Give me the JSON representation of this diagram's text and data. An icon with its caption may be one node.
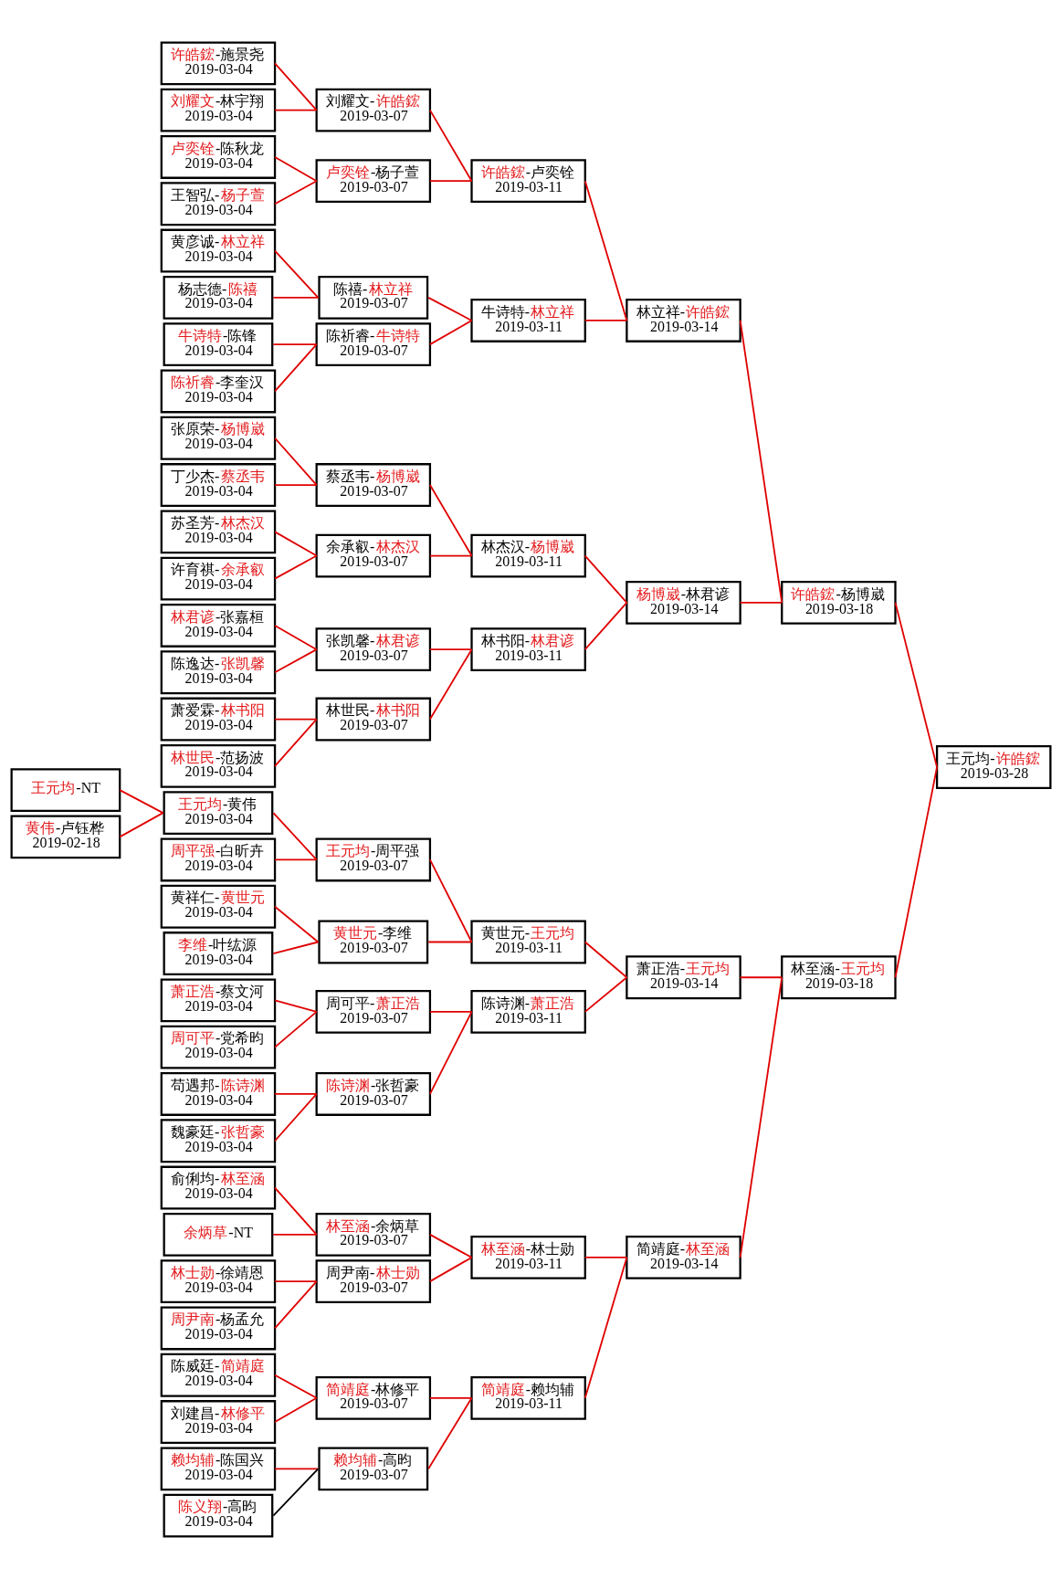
{
  "diagram": {
    "nodes": [
      {
        "text": [
          "王元均-NT"
        ]
      },
      {
        "text": [
          "黄伟-卢钰桦",
          "2019-02-18"
        ]
      },
      {
        "text": [
          "许皓鋐-施景尧",
          "2019-03-04"
        ]
      },
      {
        "text": [
          "刘耀文-林宇翔",
          "2019-03-04"
        ]
      },
      {
        "text": [
          "卢奕铨-陈秋龙",
          "2019-03-04"
        ]
      },
      {
        "text": [
          "王智弘-杨子萱",
          "2019-03-04"
        ]
      },
      {
        "text": [
          "黄彦诚-林立祥",
          "2019-03-04"
        ]
      },
      {
        "text": [
          "杨志德-陈禧",
          "2019-03-04"
        ]
      },
      {
        "text": [
          "牛诗特-陈锋",
          "2019-03-04"
        ]
      },
      {
        "text": [
          "陈祈睿-李奎汉",
          "2019-03-04"
        ]
      },
      {
        "text": [
          "张原荣-杨博崴",
          "2019-03-04"
        ]
      },
      {
        "text": [
          "丁少杰-蔡丞韦",
          "2019-03-04"
        ]
      },
      {
        "text": [
          "苏圣芳-林杰汉",
          "2019-03-04"
        ]
      },
      {
        "text": [
          "许育祺-余承叡",
          "2019-03-04"
        ]
      },
      {
        "text": [
          "林君谚-张嘉桓",
          "2019-03-04"
        ]
      },
      {
        "text": [
          "陈逸达-张凯馨",
          "2019-03-04"
        ]
      },
      {
        "text": [
          "萧爱霖-林书阳",
          "2019-03-04"
        ]
      },
      {
        "text": [
          "林世民-范扬波",
          "2019-03-04"
        ]
      },
      {
        "text": [
          "王元均-黄伟",
          "2019-03-04"
        ]
      },
      {
        "text": [
          "周平强-白昕卉",
          "2019-03-04"
        ]
      },
      {
        "text": [
          "黄祥仁-黄世元",
          "2019-03-04"
        ]
      },
      {
        "text": [
          "李维-叶纮源",
          "2019-03-04"
        ]
      },
      {
        "text": [
          "萧正浩-蔡文河",
          "2019-03-04"
        ]
      },
      {
        "text": [
          "周可平-党希昀",
          "2019-03-04"
        ]
      },
      {
        "text": [
          "苟遇邦-陈诗渊",
          "2019-03-04"
        ]
      },
      {
        "text": [
          "魏豪廷-张哲豪",
          "2019-03-04"
        ]
      },
      {
        "text": [
          "俞俐均-林至涵",
          "2019-03-04"
        ]
      },
      {
        "text": [
          "余炳草-NT"
        ]
      },
      {
        "text": [
          "林士勋-徐靖恩",
          "2019-03-04"
        ]
      },
      {
        "text": [
          "周尹南-杨孟允",
          "2019-03-04"
        ]
      },
      {
        "text": [
          "陈威廷-简靖庭",
          "2019-03-04"
        ]
      },
      {
        "text": [
          "刘建昌-林修平",
          "2019-03-04"
        ]
      },
      {
        "text": [
          "赖均辅-陈国兴",
          "2019-03-04"
        ]
      },
      {
        "text": [
          "陈义翔-高昀",
          "2019-03-04"
        ]
      },
      {
        "text": [
          "刘耀文-许皓鋐",
          "2019-03-07"
        ]
      },
      {
        "text": [
          "卢奕铨-杨子萱",
          "2019-03-07"
        ]
      },
      {
        "text": [
          "陈禧-林立祥",
          "2019-03-07"
        ]
      },
      {
        "text": [
          "陈祈睿-牛诗特",
          "2019-03-07"
        ]
      },
      {
        "text": [
          "蔡丞韦-杨博崴",
          "2019-03-07"
        ]
      },
      {
        "text": [
          "余承叡-林杰汉",
          "2019-03-07"
        ]
      },
      {
        "text": [
          "张凯馨-林君谚",
          "2019-03-07"
        ]
      },
      {
        "text": [
          "林世民-林书阳",
          "2019-03-07"
        ]
      },
      {
        "text": [
          "王元均-周平强",
          "2019-03-07"
        ]
      },
      {
        "text": [
          "黄世元-李维",
          "2019-03-07"
        ]
      },
      {
        "text": [
          "周可平-萧正浩",
          "2019-03-07"
        ]
      },
      {
        "text": [
          "陈诗渊-张哲豪",
          "2019-03-07"
        ]
      },
      {
        "text": [
          "林至涵-余炳草",
          "2019-03-07"
        ]
      },
      {
        "text": [
          "周尹南-林士勋",
          "2019-03-07"
        ]
      },
      {
        "text": [
          "简靖庭-林修平",
          "2019-03-07"
        ]
      },
      {
        "text": [
          "赖均辅-高昀",
          "2019-03-07"
        ]
      },
      {
        "text": [
          "许皓鋐-卢奕铨",
          "2019-03-11"
        ]
      },
      {
        "text": [
          "牛诗特-林立祥",
          "2019-03-11"
        ]
      },
      {
        "text": [
          "林杰汉-杨博崴",
          "2019-03-11"
        ]
      },
      {
        "text": [
          "林书阳-林君谚",
          "2019-03-11"
        ]
      },
      {
        "text": [
          "黄世元-王元均",
          "2019-03-11"
        ]
      },
      {
        "text": [
          "陈诗渊-萧正浩",
          "2019-03-11"
        ]
      },
      {
        "text": [
          "林至涵-林士勋",
          "2019-03-11"
        ]
      },
      {
        "text": [
          "简靖庭-赖均辅",
          "2019-03-11"
        ]
      },
      {
        "text": [
          "林立祥-许皓鋐",
          "2019-03-14"
        ]
      },
      {
        "text": [
          "杨博崴-林君谚",
          "2019-03-14"
        ]
      },
      {
        "text": [
          "萧正浩-王元均",
          "2019-03-14"
        ]
      },
      {
        "text": [
          "简靖庭-林至涵",
          "2019-03-14"
        ]
      },
      {
        "text": [
          "许皓鋐-杨博崴",
          "2019-03-18"
        ]
      },
      {
        "text": [
          "林至涵-王元均",
          "2019-03-18"
        ]
      },
      {
        "text": [
          "王元均-许皓鋐",
          "2019-03-28"
        ]
      }
    ],
    "edges": [
      {
        "from": 0,
        "to": 18,
        "arrow": "none"
      },
      {
        "from": 1,
        "to": 18,
        "arrow": "none"
      },
      {
        "from": 2,
        "to": 34,
        "arrow": "none"
      },
      {
        "from": 3,
        "to": 34,
        "arrow": "none"
      },
      {
        "from": 4,
        "to": 35,
        "arrow": "none"
      },
      {
        "from": 5,
        "to": 35,
        "arrow": "none"
      },
      {
        "from": 6,
        "to": 36,
        "arrow": "none"
      },
      {
        "from": 7,
        "to": 36,
        "arrow": "none"
      },
      {
        "from": 8,
        "to": 37,
        "arrow": "none"
      },
      {
        "from": 9,
        "to": 37,
        "arrow": "none"
      },
      {
        "from": 10,
        "to": 38,
        "arrow": "none"
      },
      {
        "from": 11,
        "to": 38,
        "arrow": "none"
      },
      {
        "from": 12,
        "to": 39,
        "arrow": "none"
      },
      {
        "from": 13,
        "to": 39,
        "arrow": "none"
      },
      {
        "from": 14,
        "to": 40,
        "arrow": "none"
      },
      {
        "from": 15,
        "to": 40,
        "arrow": "none"
      },
      {
        "from": 16,
        "to": 41,
        "arrow": "none"
      },
      {
        "from": 17,
        "to": 41,
        "arrow": "none"
      },
      {
        "from": 18,
        "to": 42,
        "arrow": "none"
      },
      {
        "from": 19,
        "to": 42,
        "arrow": "none"
      },
      {
        "from": 20,
        "to": 43,
        "arrow": "none"
      },
      {
        "from": 21,
        "to": 43,
        "arrow": "none"
      },
      {
        "from": 22,
        "to": 44,
        "arrow": "none"
      },
      {
        "from": 23,
        "to": 44,
        "arrow": "none"
      },
      {
        "from": 24,
        "to": 45,
        "arrow": "none"
      },
      {
        "from": 25,
        "to": 45,
        "arrow": "none"
      },
      {
        "from": 26,
        "to": 46,
        "arrow": "none"
      },
      {
        "from": 27,
        "to": 46,
        "arrow": "none"
      },
      {
        "from": 28,
        "to": 47,
        "arrow": "none"
      },
      {
        "from": 29,
        "to": 47,
        "arrow": "none"
      },
      {
        "from": 30,
        "to": 48,
        "arrow": "none"
      },
      {
        "from": 31,
        "to": 48,
        "arrow": "none"
      },
      {
        "from": 32,
        "to": 49,
        "arrow": "none"
      },
      {
        "from": 33,
        "to": 49,
        "arrow": "none",
        "color": "#000000"
      },
      {
        "from": 34,
        "to": 50,
        "arrow": "none"
      },
      {
        "from": 35,
        "to": 50,
        "arrow": "none"
      },
      {
        "from": 36,
        "to": 51,
        "arrow": "none"
      },
      {
        "from": 37,
        "to": 51,
        "arrow": "none"
      },
      {
        "from": 38,
        "to": 52,
        "arrow": "none"
      },
      {
        "from": 39,
        "to": 52,
        "arrow": "none"
      },
      {
        "from": 40,
        "to": 53,
        "arrow": "none"
      },
      {
        "from": 41,
        "to": 53,
        "arrow": "none"
      },
      {
        "from": 42,
        "to": 54,
        "arrow": "none"
      },
      {
        "from": 43,
        "to": 54,
        "arrow": "none"
      },
      {
        "from": 44,
        "to": 55,
        "arrow": "none"
      },
      {
        "from": 45,
        "to": 55,
        "arrow": "none"
      },
      {
        "from": 46,
        "to": 56,
        "arrow": "none"
      },
      {
        "from": 47,
        "to": 56,
        "arrow": "none"
      },
      {
        "from": 48,
        "to": 57,
        "arrow": "none"
      },
      {
        "from": 49,
        "to": 57,
        "arrow": "none"
      },
      {
        "from": 50,
        "to": 58,
        "arrow": "none"
      },
      {
        "from": 51,
        "to": 58,
        "arrow": "none"
      },
      {
        "from": 52,
        "to": 59,
        "arrow": "none"
      },
      {
        "from": 53,
        "to": 59,
        "arrow": "none"
      },
      {
        "from": 54,
        "to": 60,
        "arrow": "none"
      },
      {
        "from": 55,
        "to": 60,
        "arrow": "none"
      },
      {
        "from": 56,
        "to": 61,
        "arrow": "none"
      },
      {
        "from": 57,
        "to": 61,
        "arrow": "none"
      },
      {
        "from": 58,
        "to": 62,
        "arrow": "none"
      },
      {
        "from": 59,
        "to": 62,
        "arrow": "none"
      },
      {
        "from": 60,
        "to": 63,
        "arrow": "none"
      },
      {
        "from": 61,
        "to": 63,
        "arrow": "none"
      },
      {
        "from": 62,
        "to": 64,
        "arrow": "none"
      },
      {
        "from": 63,
        "to": 64,
        "arrow": "none"
      }
    ]
  }
}
